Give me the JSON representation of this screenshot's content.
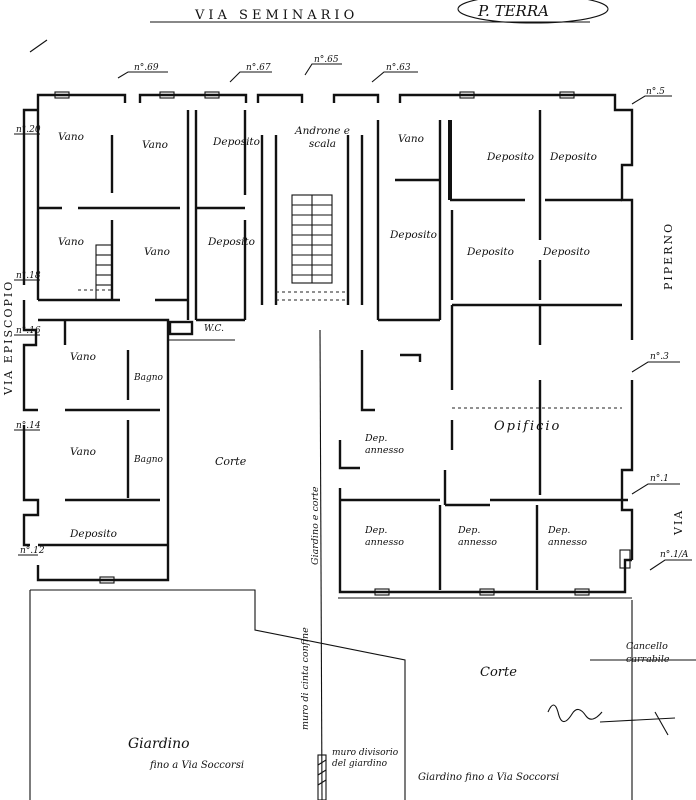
{
  "header": {
    "street_top": "VIA SEMINARIO",
    "floor_title": "P. TERRA"
  },
  "streets": {
    "left": "VIA EPISCOPIO",
    "right_top": "PIPERNO",
    "right_bottom": "VIA"
  },
  "civic_numbers": {
    "n69": "n°.69",
    "n67": "n°.67",
    "n65": "n°.65",
    "n63": "n°.63",
    "n5": "n°.5",
    "n20": "n°.20",
    "n18": "n°.18",
    "n16": "n°.16",
    "n14": "n°.14",
    "n12": "n°.12",
    "n3": "n°.3",
    "n1": "n°.1",
    "n1a": "n°.1/A"
  },
  "rooms": {
    "vano": "Vano",
    "deposito": "Deposito",
    "androne": "Androne e scala",
    "bagno": "Bagno",
    "wc": "W.C.",
    "corte": "Corte",
    "opificio": "Opificio",
    "dep_annesso": "Dep. annesso"
  },
  "annotations": {
    "muro_confine": "muro di cinta confine",
    "giardino_corte": "Giardino e corte",
    "cancello": "Cancello carrabile",
    "giardino_left_1": "Giardino",
    "giardino_left_2": "fino a Via Soccorsi",
    "muro_bottom": "muro divisorio del giardino",
    "giardino_bottom": "Giardino fino a Via Soccorsi"
  }
}
